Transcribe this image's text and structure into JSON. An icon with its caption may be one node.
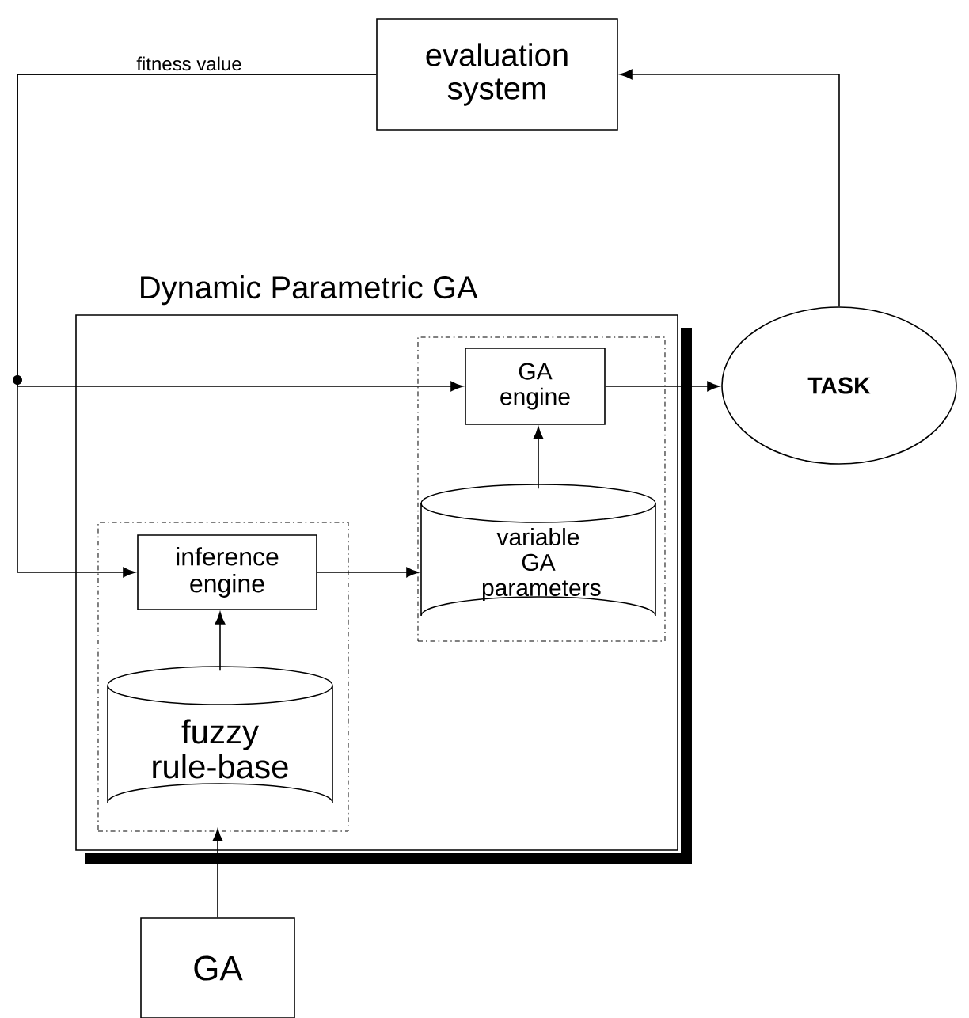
{
  "diagram": {
    "nodes": [
      {
        "text": [
          "evaluation system"
        ]
      },
      {
        "text": [
          "Dynamic Parametric GA"
        ]
      },
      {
        "text": [],
        "shape": "box",
        "in": 1
      },
      {
        "text": [
          "GA engine"
        ],
        "in": 2
      },
      {
        "text": [
          "variable GA parameters"
        ],
        "in": 2
      },
      {
        "text": [],
        "shape": "box",
        "in": 1
      },
      {
        "text": [
          "inference engine"
        ],
        "in": 5
      },
      {
        "text": [
          "fuzzy rule-base"
        ],
        "in": 5
      },
      {
        "text": [
          "TASK"
        ]
      },
      {
        "text": [
          "GA"
        ]
      }
    ],
    "edges": [
      {
        "from": 0,
        "to": 3,
        "arrow": "to",
        "label": "fitness value"
      },
      {
        "from": 0,
        "to": 6,
        "arrow": "to"
      },
      {
        "from": 3,
        "to": 8,
        "arrow": "to"
      },
      {
        "from": 4,
        "to": 3,
        "arrow": "to"
      },
      {
        "from": 6,
        "to": 4,
        "arrow": "to"
      },
      {
        "from": 7,
        "to": 6,
        "arrow": "to"
      },
      {
        "from": 9,
        "to": 7,
        "arrow": "to"
      },
      {
        "from": 8,
        "to": 0,
        "arrow": "to"
      }
    ]
  }
}
